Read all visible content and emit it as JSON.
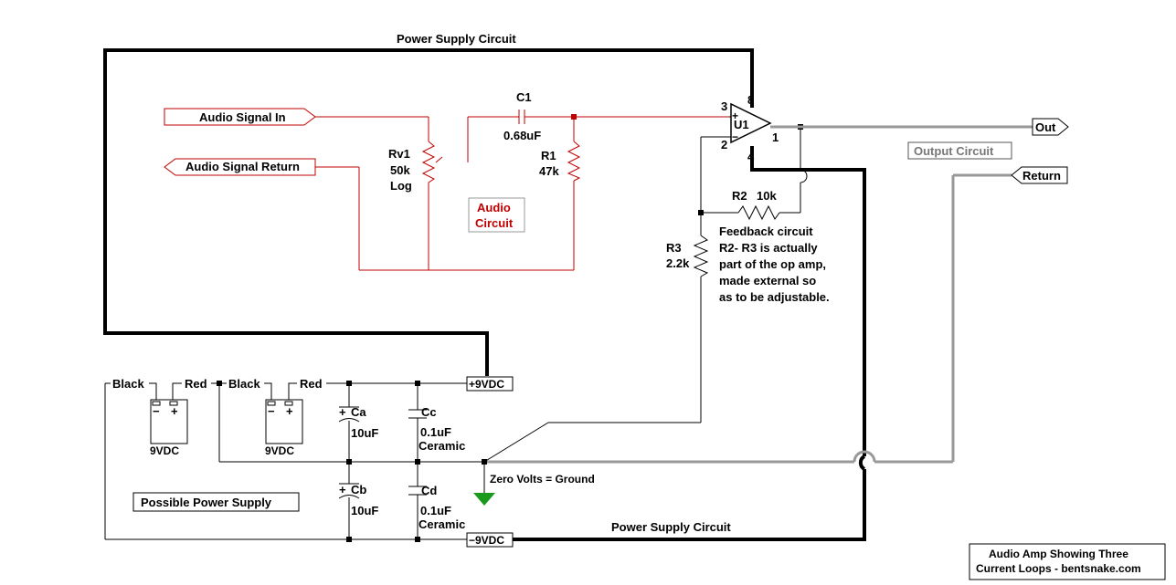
{
  "colors": {
    "power_loop": "#000000",
    "audio_loop": "#c00000",
    "output_loop": "#999999",
    "ground_symbol": "#1a9a1a"
  },
  "loops": {
    "power_top_label": "Power Supply Circuit",
    "power_bottom_label": "Power Supply Circuit",
    "audio_label_line1": "Audio",
    "audio_label_line2": "Circuit",
    "output_label": "Output Circuit"
  },
  "audio_circuit": {
    "signal_in": "Audio Signal In",
    "signal_return": "Audio Signal Return",
    "rv1": {
      "name": "Rv1",
      "value": "50k",
      "taper": "Log"
    },
    "c1": {
      "name": "C1",
      "value": "0.68uF"
    },
    "r1": {
      "name": "R1",
      "value": "47k"
    }
  },
  "op_amp": {
    "name": "U1",
    "pin_plus_in": "3",
    "pin_minus_in": "2",
    "pin_out": "1",
    "pin_v_plus": "8",
    "pin_v_minus": "4",
    "plus_sign": "+",
    "minus_sign": "−"
  },
  "feedback": {
    "r2": {
      "name": "R2",
      "value": "10k"
    },
    "r3": {
      "name": "R3",
      "value": "2.2k"
    },
    "note": [
      "Feedback circuit",
      "R2- R3 is actually",
      "part of the op amp,",
      "made external so",
      "as to be adjustable."
    ]
  },
  "output": {
    "out_label": "Out",
    "return_label": "Return"
  },
  "power_supply": {
    "black_left": "Black",
    "red_left": "Red",
    "black_right": "Black",
    "red_right": "Red",
    "battery_left": "9VDC",
    "battery_right": "9VDC",
    "battery_minus": "−",
    "battery_plus": "+",
    "plus_rail": "+9VDC",
    "minus_rail": "−9VDC",
    "ca": {
      "name": "Ca",
      "value": "10uF",
      "polarity": "+"
    },
    "cb": {
      "name": "Cb",
      "value": "10uF",
      "polarity": "+"
    },
    "cc": {
      "name": "Cc",
      "value": "0.1uF",
      "type": "Ceramic"
    },
    "cd": {
      "name": "Cd",
      "value": "0.1uF",
      "type": "Ceramic"
    },
    "ground_label": "Zero Volts = Ground",
    "possible_label": "Possible Power Supply"
  },
  "caption": {
    "line1": "Audio Amp Showing Three",
    "line2": "Current Loops - bentsnake.com"
  }
}
